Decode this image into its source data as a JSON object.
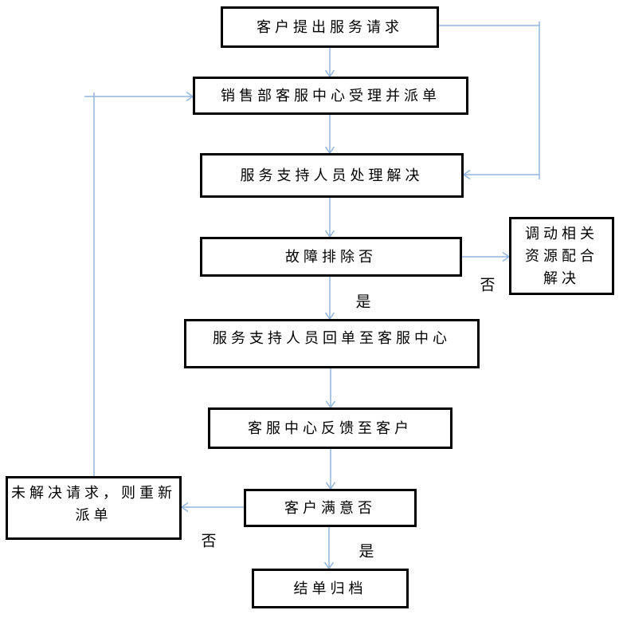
{
  "diagram": {
    "type": "flowchart",
    "description": "customer service request handling process"
  },
  "colors": {
    "arrow": "#92b6dc",
    "box_border": "#000000",
    "box_fill": "#ffffff",
    "text": "#000000",
    "background": "#ffffff"
  },
  "nodes": [
    {
      "id": "n1",
      "label": "客户提出服务请求"
    },
    {
      "id": "n2",
      "label": "销售部客服中心受理并派单"
    },
    {
      "id": "n3",
      "label": "服务支持人员处理解决"
    },
    {
      "id": "n4",
      "label": "故障排除否"
    },
    {
      "id": "n5",
      "label": "调动相关\n资源配合\n解决"
    },
    {
      "id": "n6",
      "label": "服务支持人员回单至客服中心"
    },
    {
      "id": "n7",
      "label": "客服中心反馈至客户"
    },
    {
      "id": "n8",
      "label": "客户满意否"
    },
    {
      "id": "n9",
      "label": "未解决请求，则重新\n派单"
    },
    {
      "id": "n10",
      "label": "结单归档"
    }
  ],
  "edge_labels": {
    "fault_yes": "是",
    "fault_no": "否",
    "satisfy_yes": "是",
    "satisfy_no": "否"
  },
  "edges": [
    {
      "from": "客户提出服务请求",
      "to": "销售部客服中心受理并派单",
      "label": ""
    },
    {
      "from": "客户提出服务请求",
      "to": "服务支持人员处理解决",
      "label": "",
      "route": "right-side elbow"
    },
    {
      "from": "销售部客服中心受理并派单",
      "to": "服务支持人员处理解决",
      "label": ""
    },
    {
      "from": "服务支持人员处理解决",
      "to": "故障排除否",
      "label": ""
    },
    {
      "from": "故障排除否",
      "to": "调动相关资源配合解决",
      "label": "否"
    },
    {
      "from": "故障排除否",
      "to": "服务支持人员回单至客服中心",
      "label": "是"
    },
    {
      "from": "服务支持人员回单至客服中心",
      "to": "客服中心反馈至客户",
      "label": ""
    },
    {
      "from": "客服中心反馈至客户",
      "to": "客户满意否",
      "label": ""
    },
    {
      "from": "客户满意否",
      "to": "未解决请求，则重新派单",
      "label": "否"
    },
    {
      "from": "客户满意否",
      "to": "结单归档",
      "label": "是"
    },
    {
      "from": "未解决请求，则重新派单",
      "to": "销售部客服中心受理并派单",
      "label": "",
      "route": "left-side elbow"
    }
  ]
}
